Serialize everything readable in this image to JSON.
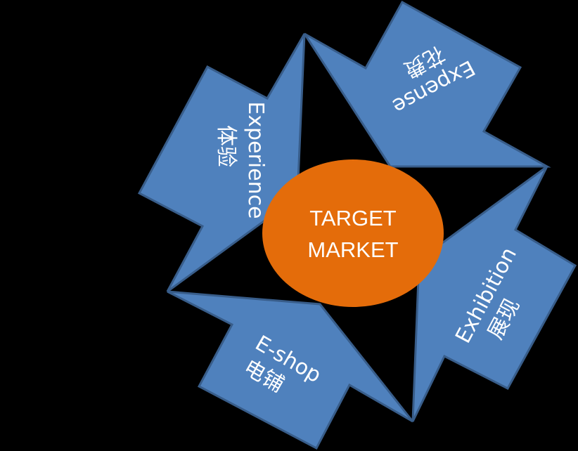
{
  "colors": {
    "background": "#000000",
    "arrow_fill": "#4f81bd",
    "arrow_stroke": "#385d8a",
    "center_fill": "#e46c0a",
    "text": "#ffffff"
  },
  "center": {
    "line1": "TARGET",
    "line2": "MARKET"
  },
  "segments": [
    {
      "en": "Experience",
      "cn": "体验"
    },
    {
      "en": "Expense",
      "cn": "花费"
    },
    {
      "en": "Exhibition",
      "cn": "展现"
    },
    {
      "en": "E-shop",
      "cn": "电铺"
    }
  ]
}
